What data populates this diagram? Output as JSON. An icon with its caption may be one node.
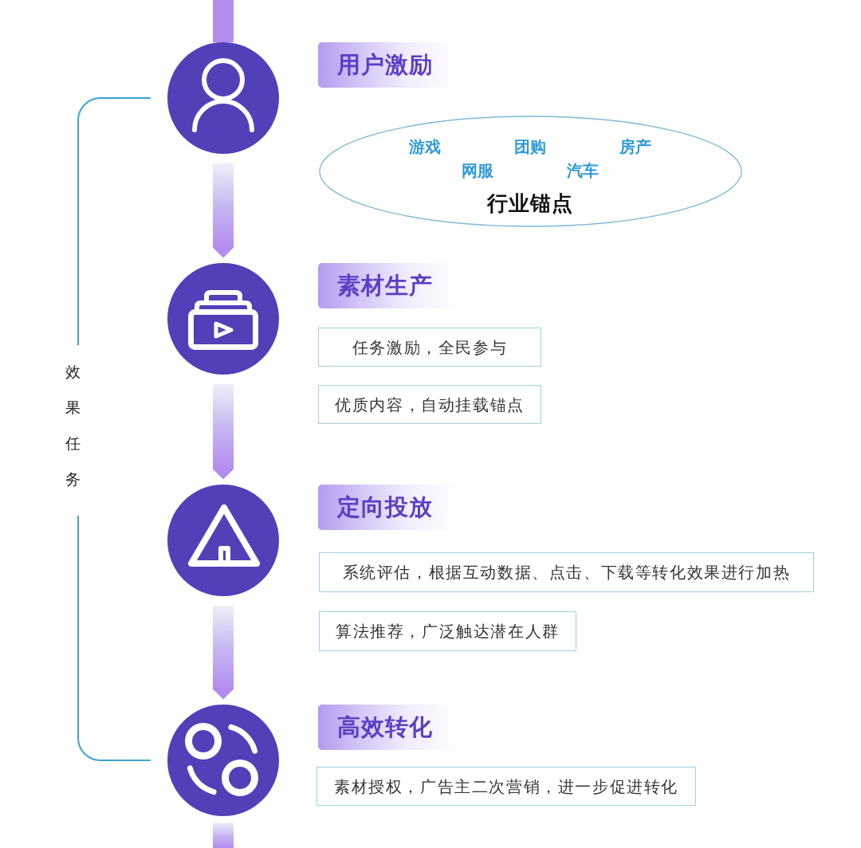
{
  "diagram": {
    "nodes": [
      {
        "text": [],
        "shape": "circle"
      },
      {
        "text": [
          "用户激励"
        ]
      },
      {
        "text": [
          "游戏",
          "团购",
          "房产",
          "网服",
          "汽车",
          "行业锚点"
        ]
      },
      {
        "text": [],
        "shape": "circle"
      },
      {
        "text": [
          "素材生产"
        ]
      },
      {
        "text": [
          "任务激励，全民参与"
        ]
      },
      {
        "text": [
          "优质内容，自动挂载锚点"
        ]
      },
      {
        "text": [],
        "shape": "circle"
      },
      {
        "text": [
          "定向投放"
        ]
      },
      {
        "text": [
          "系统评估，根据互动数据、点击、下载等转化效果进行加热"
        ]
      },
      {
        "text": [
          "算法推荐，广泛触达潜在人群"
        ]
      },
      {
        "text": [],
        "shape": "circle"
      },
      {
        "text": [
          "高效转化"
        ]
      },
      {
        "text": [
          "素材授权，广告主二次营销，进一步促进转化"
        ]
      }
    ],
    "edges": [
      {
        "from": null,
        "to": 0,
        "arrow": "none"
      },
      {
        "from": 0,
        "to": 3,
        "arrow": "to"
      },
      {
        "from": 3,
        "to": 7,
        "arrow": "to"
      },
      {
        "from": 7,
        "to": 11,
        "arrow": "to"
      },
      {
        "from": 11,
        "to": null,
        "arrow": "none"
      }
    ],
    "labels": [
      "效果任务"
    ]
  }
}
